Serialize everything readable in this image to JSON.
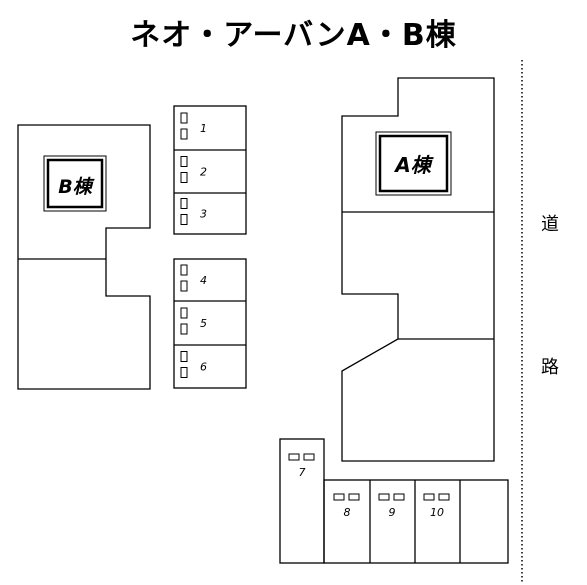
{
  "title": "ネオ・アーバンA・B棟",
  "buildings": {
    "a_label": "A棟",
    "b_label": "B棟"
  },
  "road": {
    "char_top": "道",
    "char_bottom": "路"
  },
  "parking_left": [
    "1",
    "2",
    "3",
    "4",
    "5",
    "6"
  ],
  "parking_bottom": [
    "7",
    "8",
    "9",
    "10"
  ]
}
